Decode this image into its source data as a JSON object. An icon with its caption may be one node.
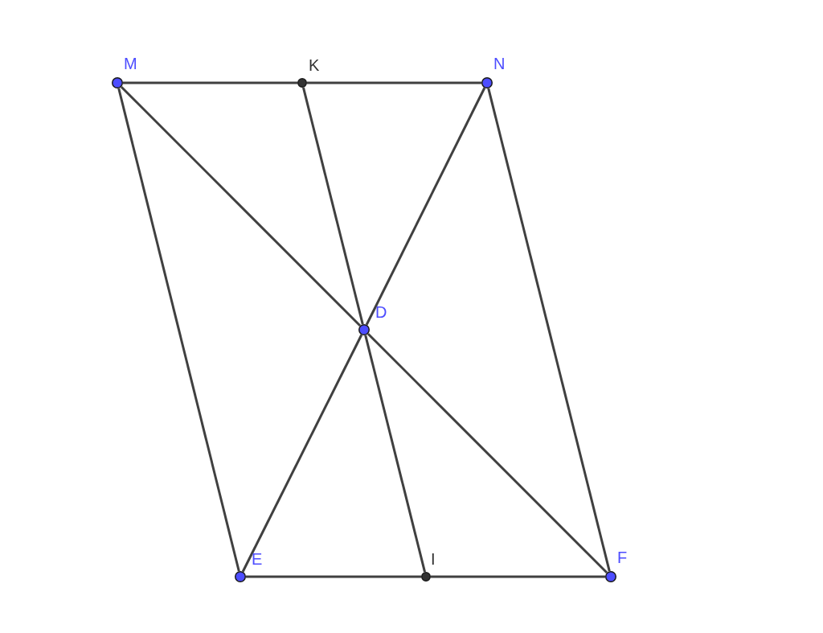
{
  "diagram": {
    "nodes": [
      {
        "text": [
          "M"
        ]
      },
      {
        "text": [
          "K"
        ]
      },
      {
        "text": [
          "N"
        ]
      },
      {
        "text": [
          "D"
        ]
      },
      {
        "text": [
          "E"
        ]
      },
      {
        "text": [
          "I"
        ]
      },
      {
        "text": [
          "F"
        ]
      }
    ],
    "edges": [
      {
        "from": 0,
        "to": 1,
        "arrow": "none"
      },
      {
        "from": 1,
        "to": 2,
        "arrow": "none"
      },
      {
        "from": 0,
        "to": 4,
        "arrow": "none"
      },
      {
        "from": 2,
        "to": 6,
        "arrow": "none"
      },
      {
        "from": 4,
        "to": 5,
        "arrow": "none"
      },
      {
        "from": 5,
        "to": 6,
        "arrow": "none"
      },
      {
        "from": 0,
        "to": 3,
        "arrow": "none"
      },
      {
        "from": 3,
        "to": 6,
        "arrow": "none"
      },
      {
        "from": 1,
        "to": 3,
        "arrow": "none"
      },
      {
        "from": 3,
        "to": 5,
        "arrow": "none"
      },
      {
        "from": 2,
        "to": 3,
        "arrow": "none"
      },
      {
        "from": 3,
        "to": 4,
        "arrow": "none"
      }
    ]
  }
}
